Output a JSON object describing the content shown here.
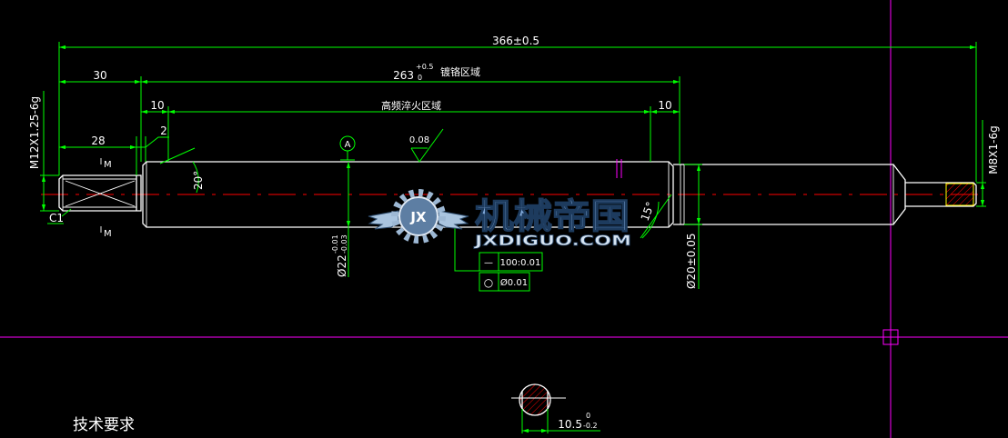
{
  "dimensions": {
    "overall_length": "366±0.5",
    "thread_length": "30",
    "plated_length": "263",
    "plated_tol_upper": "+0.5",
    "plated_tol_lower": "0",
    "plated_zone": "镀铬区域",
    "left_offset": "10",
    "hardening_zone": "高频淬火区域",
    "right_offset": "10",
    "flat_length": "28",
    "groove": "2",
    "left_thread": "M12X1.25-6g",
    "right_thread": "M8X1-6g",
    "chamfer": "C1",
    "angle_left": "20°",
    "angle_right": "15°",
    "dia_main": "Ø22",
    "dia_main_upper": "-0.01",
    "dia_main_lower": "-0.03",
    "dia_step": "Ø20±0.05",
    "flat_width": "10.5",
    "flat_upper": "0",
    "flat_lower": "-0.2",
    "section_mark": "M"
  },
  "datum": "A",
  "roughness": "0.08",
  "tolerance_frame": [
    {
      "symbol": "—",
      "value": "100:0.01"
    },
    {
      "symbol": "○",
      "value": "Ø0.01"
    }
  ],
  "notes_heading": "技术要求",
  "watermark": {
    "emblem": "JX",
    "title": "机械帝国",
    "url": "JXDIGUO.COM"
  },
  "colors": {
    "background": "#000000",
    "object_lines": "#ffffff",
    "dimension_lines": "#00ff00",
    "center_line": "#ff0000",
    "crosshair": "#ff00ff"
  }
}
